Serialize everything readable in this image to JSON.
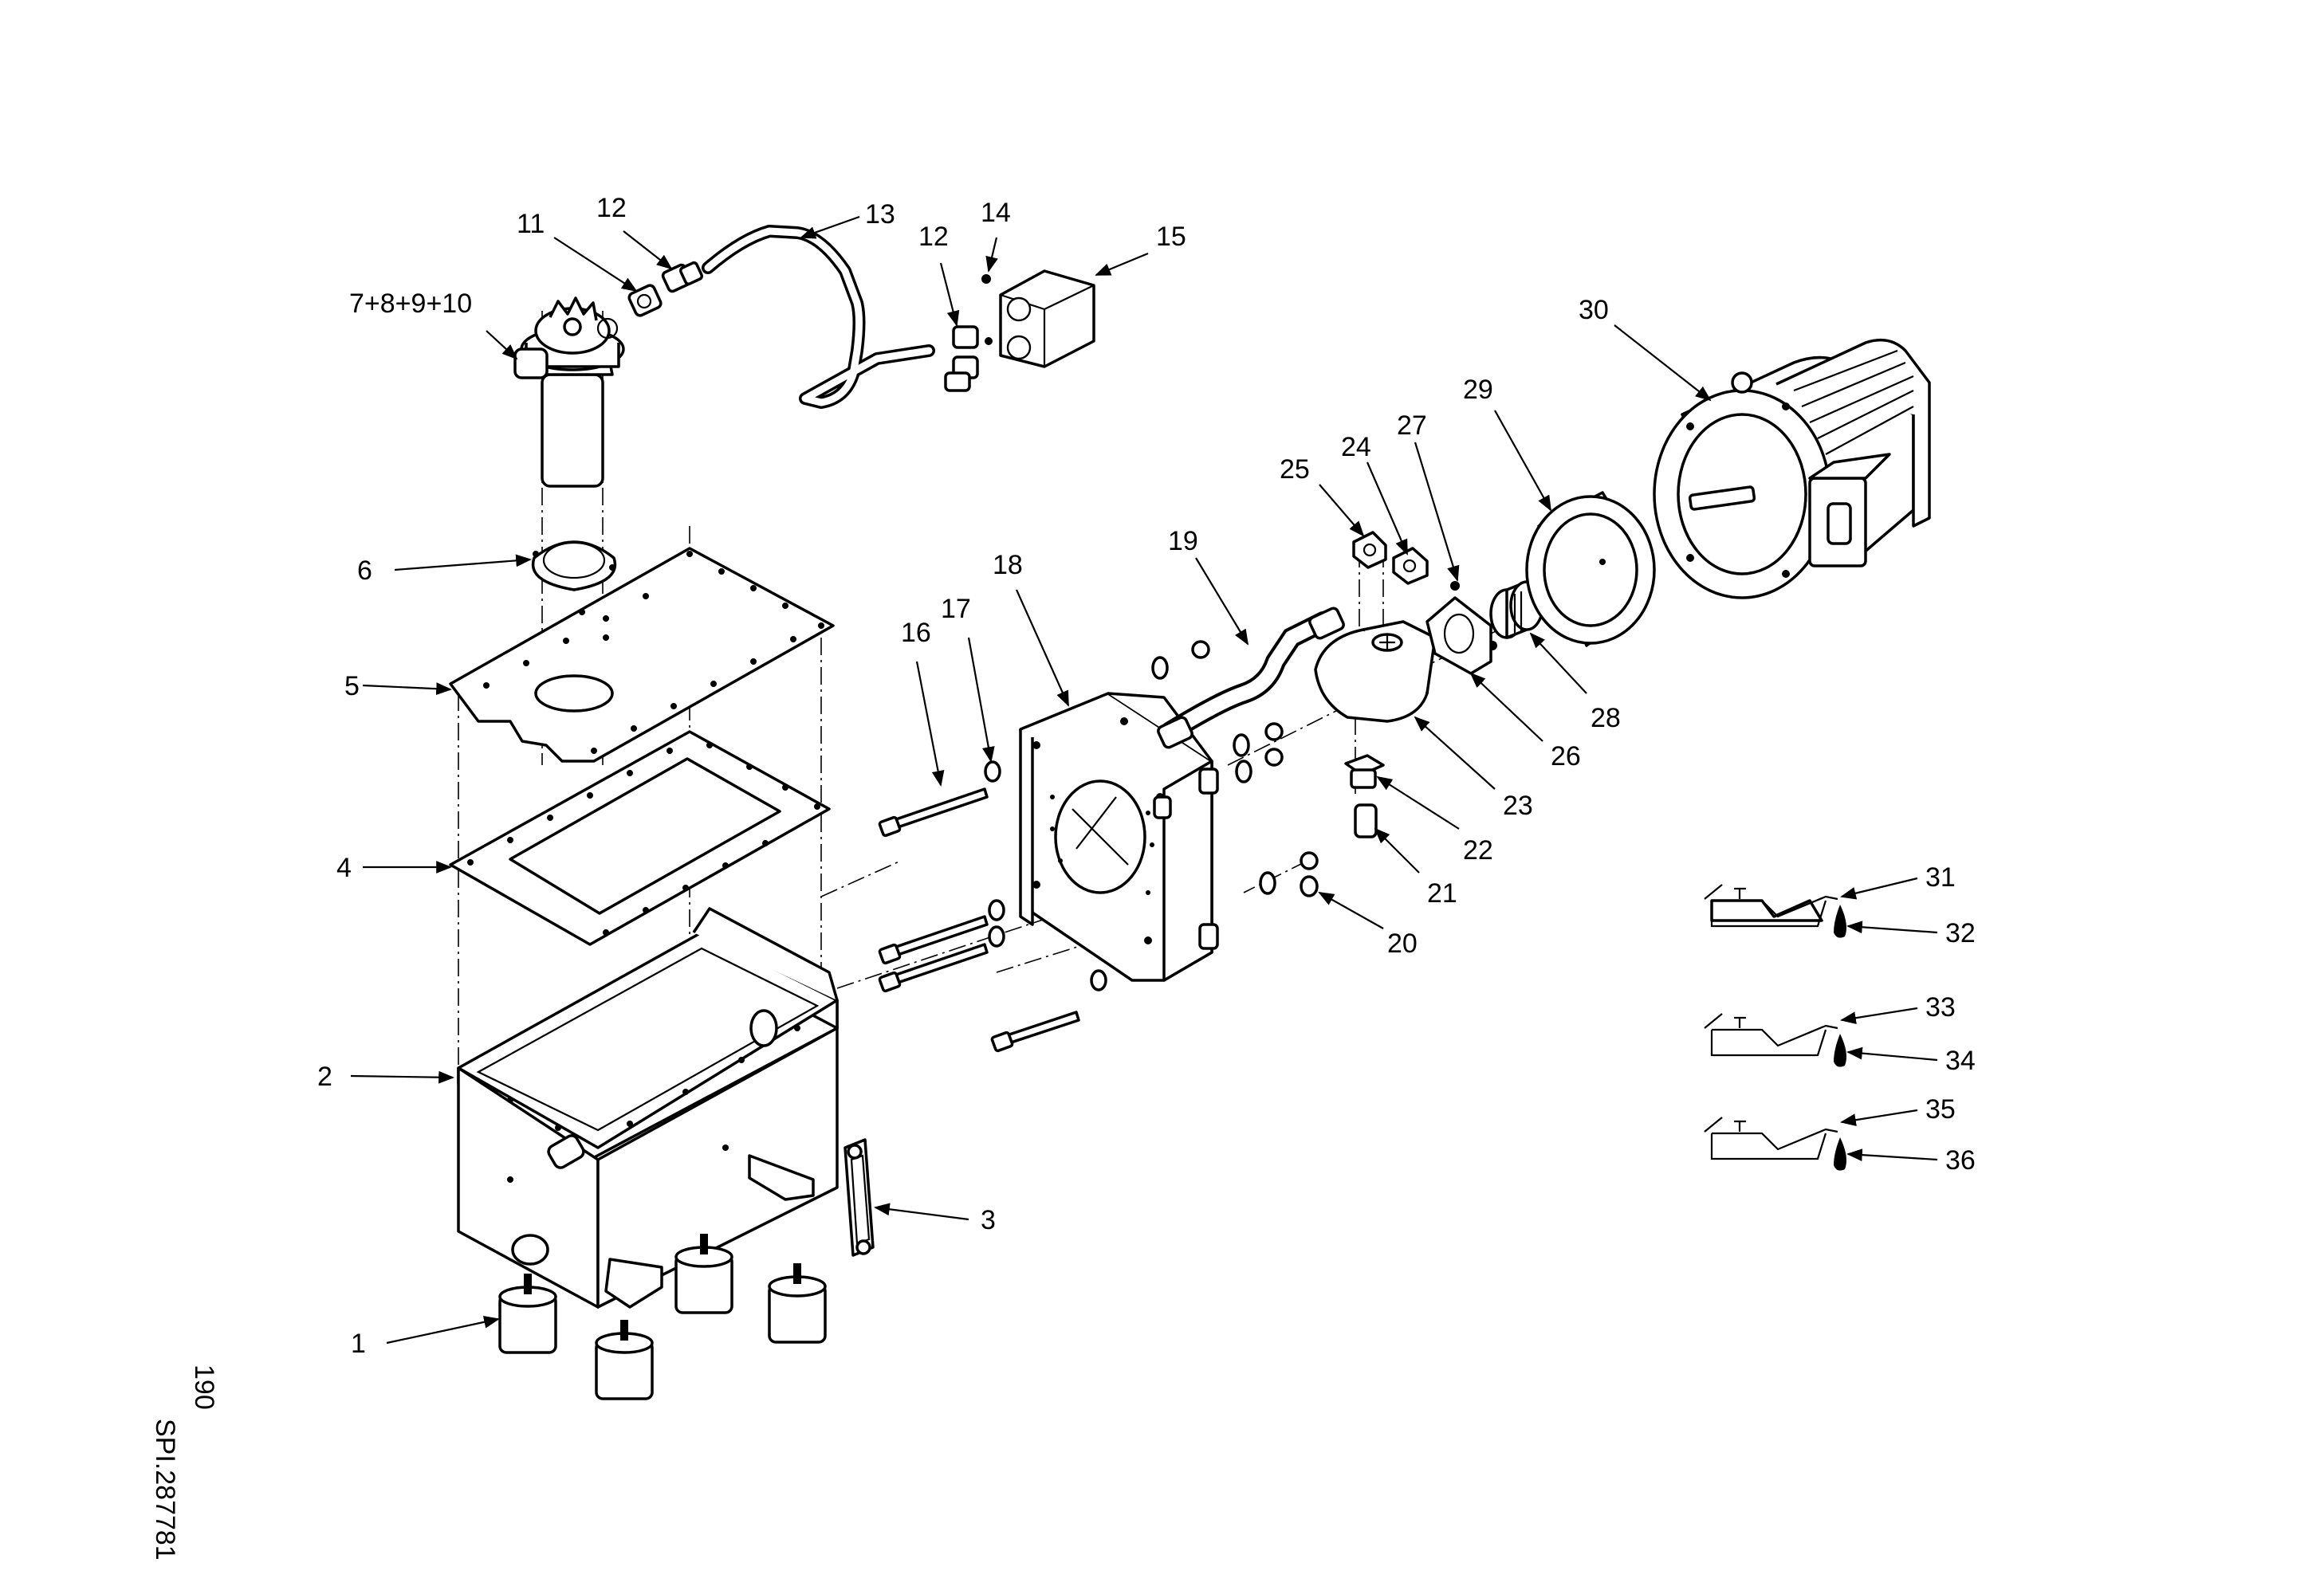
{
  "diagram": {
    "drawing_number": "SPI.287781",
    "page_number": "190",
    "callouts": [
      {
        "id": "c1",
        "label": "1"
      },
      {
        "id": "c2",
        "label": "2"
      },
      {
        "id": "c3",
        "label": "3"
      },
      {
        "id": "c4",
        "label": "4"
      },
      {
        "id": "c5",
        "label": "5"
      },
      {
        "id": "c6",
        "label": "6"
      },
      {
        "id": "c7",
        "label": "7+8+9+10"
      },
      {
        "id": "c11",
        "label": "11"
      },
      {
        "id": "c12a",
        "label": "12"
      },
      {
        "id": "c12b",
        "label": "12"
      },
      {
        "id": "c13",
        "label": "13"
      },
      {
        "id": "c14",
        "label": "14"
      },
      {
        "id": "c15",
        "label": "15"
      },
      {
        "id": "c16",
        "label": "16"
      },
      {
        "id": "c17",
        "label": "17"
      },
      {
        "id": "c18",
        "label": "18"
      },
      {
        "id": "c19",
        "label": "19"
      },
      {
        "id": "c20",
        "label": "20"
      },
      {
        "id": "c21",
        "label": "21"
      },
      {
        "id": "c22",
        "label": "22"
      },
      {
        "id": "c23",
        "label": "23"
      },
      {
        "id": "c24",
        "label": "24"
      },
      {
        "id": "c25",
        "label": "25"
      },
      {
        "id": "c26",
        "label": "26"
      },
      {
        "id": "c27",
        "label": "27"
      },
      {
        "id": "c28",
        "label": "28"
      },
      {
        "id": "c29",
        "label": "29"
      },
      {
        "id": "c30",
        "label": "30"
      },
      {
        "id": "c31",
        "label": "31"
      },
      {
        "id": "c32",
        "label": "32"
      },
      {
        "id": "c33",
        "label": "33"
      },
      {
        "id": "c34",
        "label": "34"
      },
      {
        "id": "c35",
        "label": "35"
      },
      {
        "id": "c36",
        "label": "36"
      }
    ],
    "icons": [
      "oil-can-icon",
      "oil-drop-icon"
    ]
  }
}
